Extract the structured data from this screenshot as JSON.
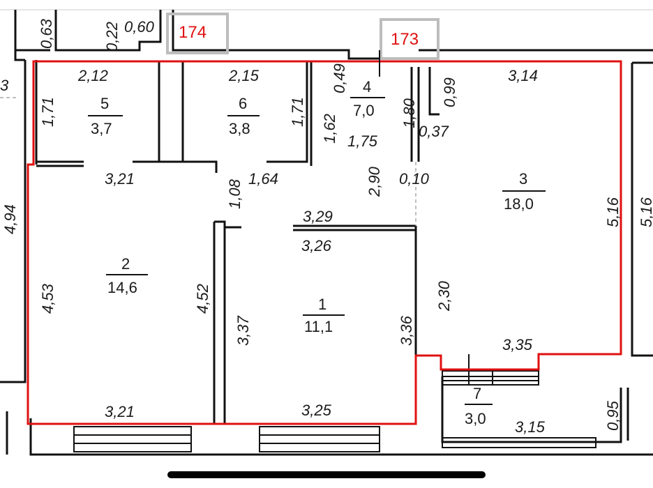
{
  "apartments": [
    "174",
    "173"
  ],
  "rooms": [
    {
      "num": "1",
      "area": "11,1"
    },
    {
      "num": "2",
      "area": "14,6"
    },
    {
      "num": "3",
      "area": "18,0"
    },
    {
      "num": "4",
      "area": "7,0"
    },
    {
      "num": "5",
      "area": "3,7"
    },
    {
      "num": "6",
      "area": "3,8"
    },
    {
      "num": "7",
      "area": "3,0"
    }
  ],
  "dimensions": {
    "d_0_63": "0,63",
    "d_0_22": "0,22",
    "d_0_60": "0,60",
    "d_2_12": "2,12",
    "d_2_15": "2,15",
    "d_0_49": "0,49",
    "d_0_99": "0,99",
    "d_3_14": "3,14",
    "d_1_71a": "1,71",
    "d_1_71b": "1,71",
    "d_1_62": "1,62",
    "d_1_75": "1,75",
    "d_1_80": "1,80",
    "d_0_37": "0,37",
    "d_3_21a": "3,21",
    "d_1_08": "1,08",
    "d_1_64": "1,64",
    "d_2_90": "2,90",
    "d_0_10": "0,10",
    "d_4_94": "4,94",
    "d_5_16a": "5,16",
    "d_5_16b": "5,16",
    "d_3_29": "3,29",
    "d_3_26": "3,26",
    "d_4_53": "4,53",
    "d_4_52": "4,52",
    "d_3_37": "3,37",
    "d_3_36": "3,36",
    "d_2_30": "2,30",
    "d_3_35": "3,35",
    "d_3_21b": "3,21",
    "d_3_25": "3,25",
    "d_3_15": "3,15",
    "d_0_95": "0,95",
    "d_3_cut": "3"
  },
  "colors": {
    "outline": "#e01010",
    "wall": "#111111",
    "apartment_box": "#bdbdbd"
  }
}
